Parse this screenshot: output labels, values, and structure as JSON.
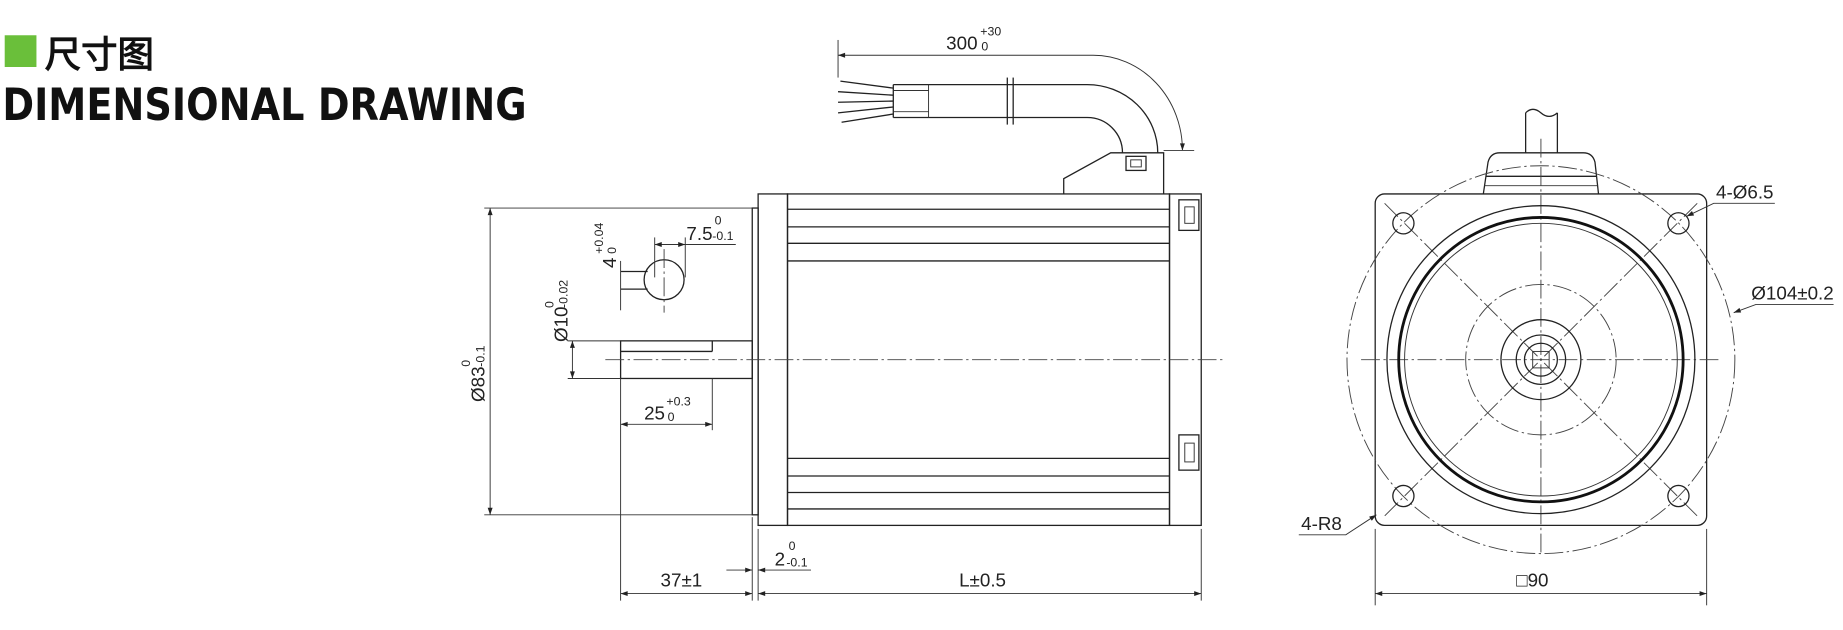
{
  "header": {
    "title_cn": "尺寸图",
    "title_en": "DIMENSIONAL DRAWING",
    "accent_color": "#6abf3a"
  },
  "side_view": {
    "cable_length": {
      "value": "300",
      "upper_tol": "+30",
      "lower_tol": "0"
    },
    "flat_depth": {
      "value": "7.5",
      "upper_tol": "0",
      "lower_tol": "-0.1"
    },
    "key_width": {
      "value": "4",
      "upper_tol": "+0.04",
      "lower_tol": "0"
    },
    "shaft_diameter": {
      "value": "Ø10",
      "upper_tol": "0",
      "lower_tol": "-0.02"
    },
    "pilot_diameter": {
      "value": "Ø83",
      "upper_tol": "0",
      "lower_tol": "-0.1"
    },
    "flat_length": {
      "value": "25",
      "upper_tol": "+0.3",
      "lower_tol": "0"
    },
    "pilot_height": {
      "value": "2",
      "upper_tol": "0",
      "lower_tol": "-0.1"
    },
    "shaft_length": "37±1",
    "body_length": "L±0.5"
  },
  "front_view": {
    "mounting_holes": "4-Ø6.5",
    "bolt_circle": "Ø104±0.2",
    "corner_radius": "4-R8",
    "flange_square": "□90"
  }
}
